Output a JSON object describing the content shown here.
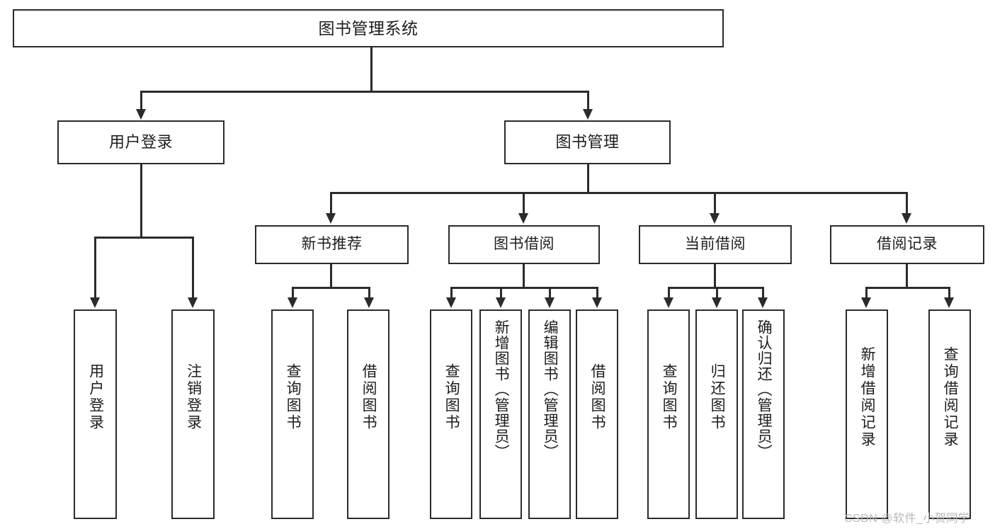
{
  "diagram": {
    "title": "图书管理系统",
    "type": "tree",
    "root": {
      "label": "图书管理系统"
    },
    "level2": [
      {
        "label": "用户登录"
      },
      {
        "label": "图书管理"
      }
    ],
    "level3": [
      {
        "label": "新书推荐"
      },
      {
        "label": "图书借阅"
      },
      {
        "label": "当前借阅"
      },
      {
        "label": "借阅记录"
      }
    ],
    "leaves": {
      "user_login": [
        {
          "label": "用户登录"
        },
        {
          "label": "注销登录"
        }
      ],
      "new_book_recommend": [
        {
          "label": "查询图书"
        },
        {
          "label": "借阅图书"
        }
      ],
      "book_borrow": [
        {
          "label": "查询图书"
        },
        {
          "label": "新增图书（管理员）"
        },
        {
          "label": "编辑图书（管理员）"
        },
        {
          "label": "借阅图书"
        }
      ],
      "current_borrow": [
        {
          "label": "查询图书"
        },
        {
          "label": "归还图书"
        },
        {
          "label": "确认归还（管理员）"
        }
      ],
      "borrow_record": [
        {
          "label": "新增借阅记录"
        },
        {
          "label": "查询借阅记录"
        }
      ]
    }
  },
  "watermark": {
    "text": "CSDN @软件_小贺同学"
  },
  "colors": {
    "stroke": "#2b2b2b",
    "fill": "#ffffff",
    "text": "#1d1d1d",
    "watermark": "#b9b9b9"
  }
}
